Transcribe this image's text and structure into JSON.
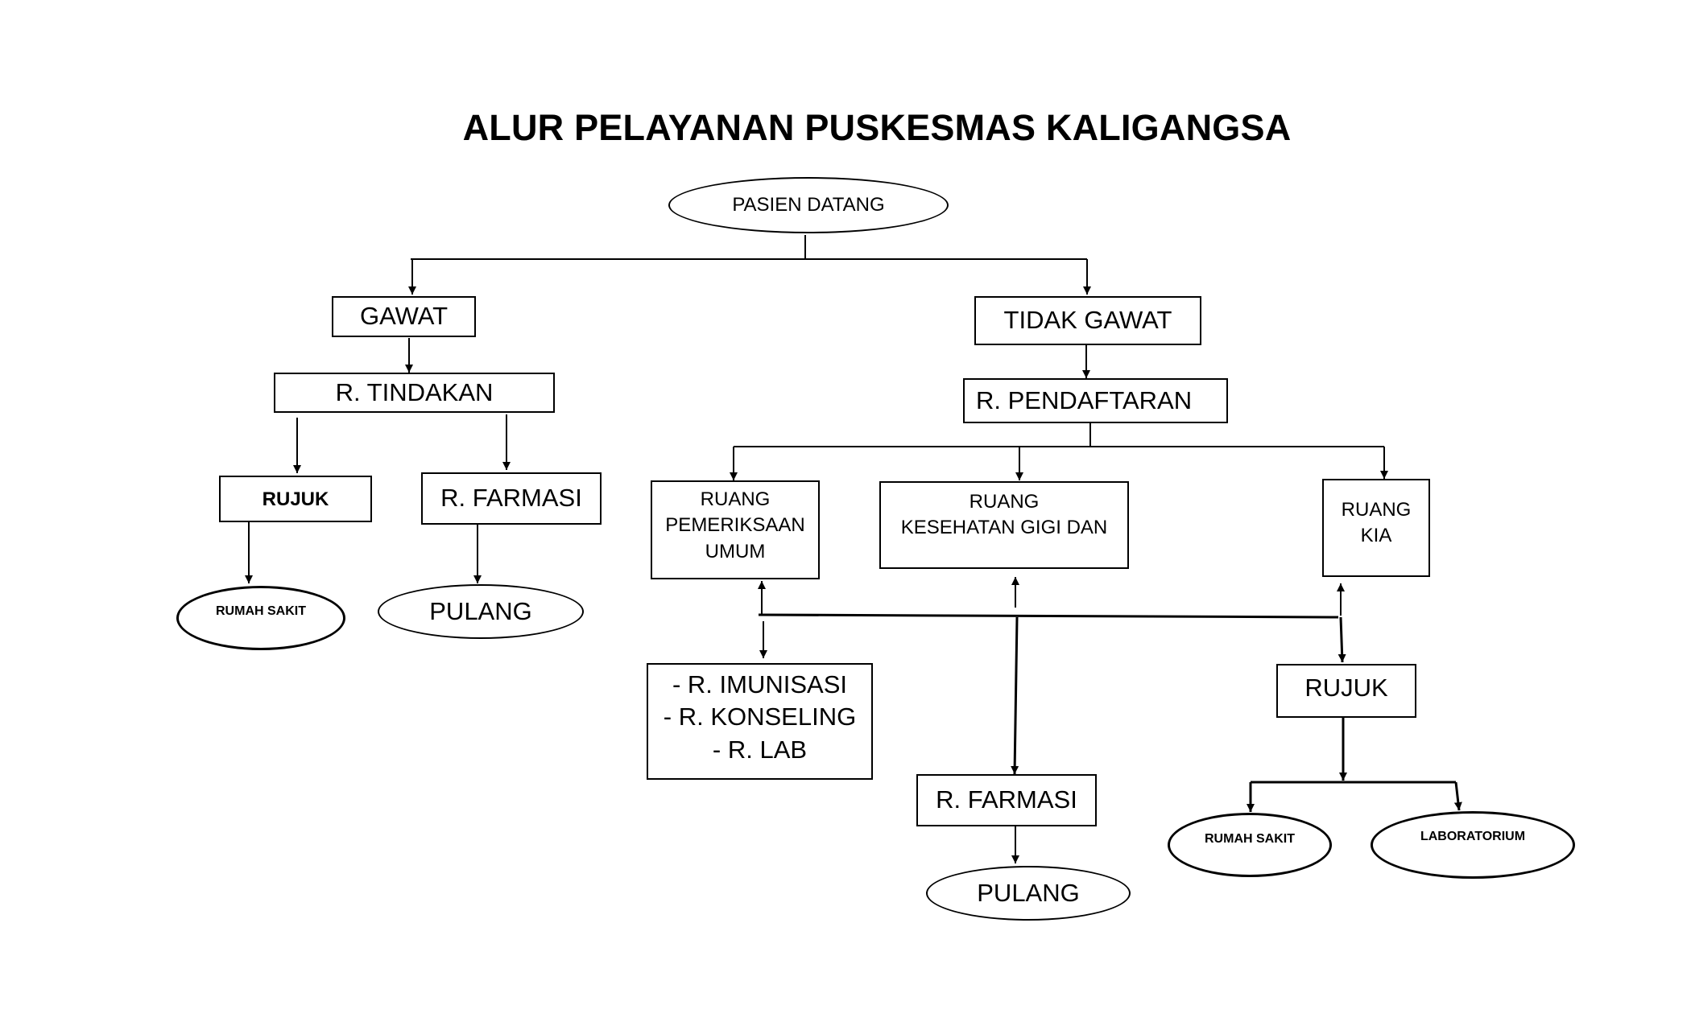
{
  "title": "ALUR PELAYANAN PUSKESMAS KALIGANGSA",
  "nodes": {
    "pasien_datang": "PASIEN DATANG",
    "gawat": "GAWAT",
    "tidak_gawat": "TIDAK GAWAT",
    "r_tindakan": "R. TINDAKAN",
    "r_pendaftaran": "R. PENDAFTARAN",
    "rujuk_left": "RUJUK",
    "r_farmasi_left": "R. FARMASI",
    "rumah_sakit_left": "RUMAH SAKIT",
    "pulang_left": "PULANG",
    "ruang_pemeriksaan": [
      "RUANG",
      "PEMERIKSAAN",
      "UMUM"
    ],
    "ruang_gigi": [
      "RUANG",
      "KESEHATAN GIGI DAN"
    ],
    "ruang_kia": [
      "RUANG",
      "KIA"
    ],
    "ruang_lain": [
      "- R. IMUNISASI",
      "- R. KONSELING",
      "- R. LAB"
    ],
    "r_farmasi_right": "R. FARMASI",
    "pulang_right": "PULANG",
    "rujuk_right": "RUJUK",
    "rumah_sakit_right": "RUMAH SAKIT",
    "laboratorium": "LABORATORIUM"
  }
}
